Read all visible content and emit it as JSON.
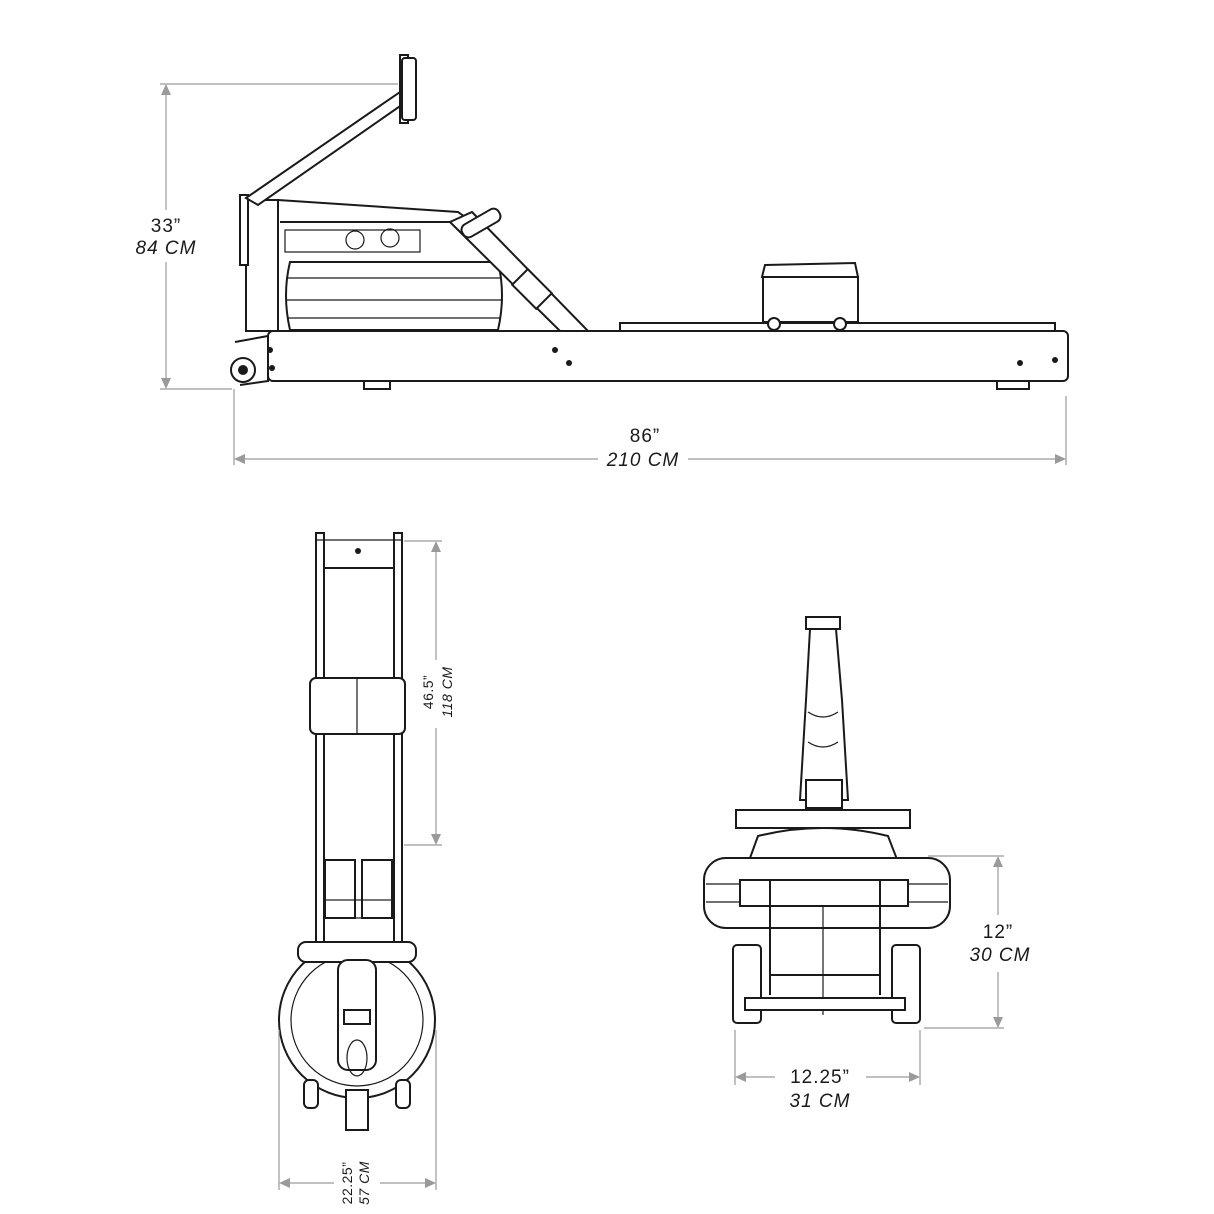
{
  "side_view": {
    "height_in": "33”",
    "height_cm": "84 CM",
    "length_in": "86”",
    "length_cm": "210 CM"
  },
  "top_view": {
    "rail_in": "46.5”",
    "rail_cm": "118 CM",
    "width_in": "22.25”",
    "width_cm": "57 CM"
  },
  "front_view": {
    "height_in": "12”",
    "height_cm": "30 CM",
    "width_in": "12.25”",
    "width_cm": "31 CM"
  }
}
